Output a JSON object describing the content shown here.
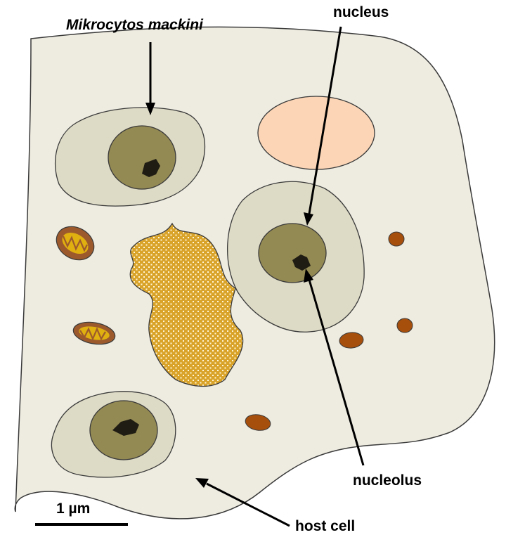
{
  "labels": {
    "organism": "Mikrocytos mackini",
    "nucleus": "nucleus",
    "nucleolus": "nucleolus",
    "host_cell": "host cell",
    "scale_bar": "1 µm"
  },
  "colors": {
    "host_cell_fill": "#eeece1",
    "parasite_cytoplasm": "#dddac5",
    "nucleus_fill": "#938953",
    "nucleolus_fill": "#1f1c13",
    "vacuole_pink": "#fbd5b5",
    "mitochondria_outer": "#9c5a2c",
    "mitochondria_inner": "#e0b010",
    "lipid_droplets": "#a64f0c",
    "granule_fill": "#d9a32a",
    "outline": "#3a3a3a"
  }
}
